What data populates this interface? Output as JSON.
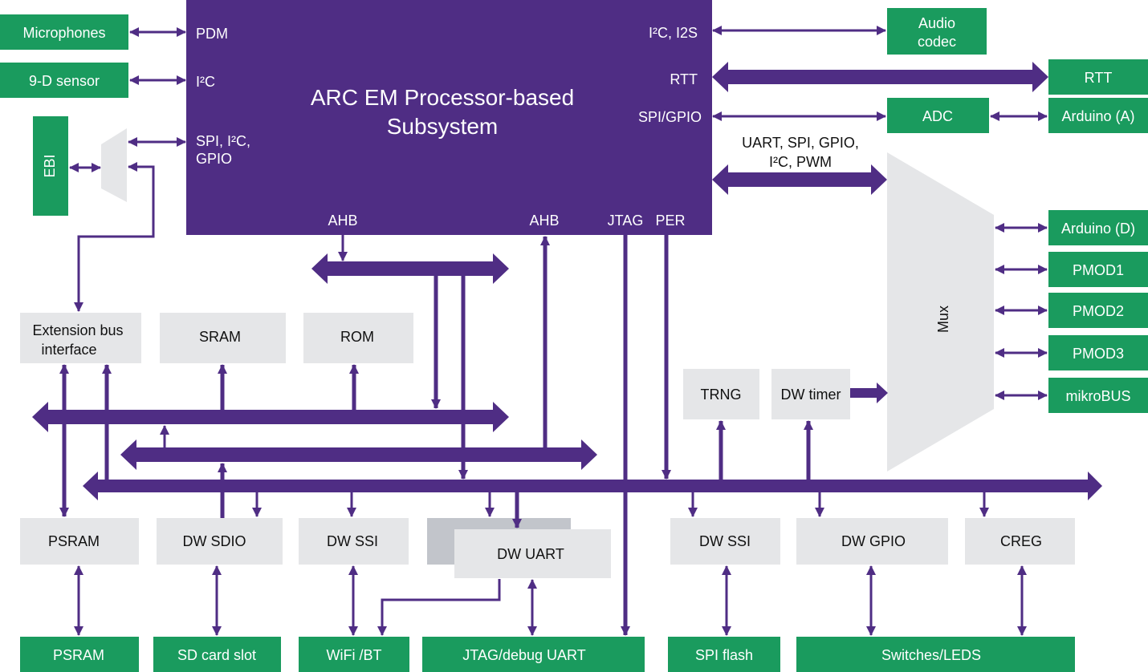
{
  "colors": {
    "purple": "#4f2d84",
    "green": "#1a9b5e",
    "gray": "#e5e6e8",
    "darkgray": "#c2c5cb"
  },
  "processor": {
    "title_line1": "ARC EM Processor-based",
    "title_line2": "Subsystem",
    "port_pdm": "PDM",
    "port_i2c": "I²C",
    "port_spi_line1": "SPI, I²C,",
    "port_spi_line2": "GPIO",
    "port_i2c_i2s": "I²C, I2S",
    "port_rtt": "RTT",
    "port_spi_gpio": "SPI/GPIO",
    "port_ahb_left": "AHB",
    "port_ahb_right": "AHB",
    "port_jtag": "JTAG",
    "port_per": "PER"
  },
  "bus_label_line1": "UART, SPI, GPIO,",
  "bus_label_line2": "I²C, PWM",
  "mux_label": "Mux",
  "green_blocks": {
    "microphones": "Microphones",
    "sensor": "9-D sensor",
    "ebi": "EBI",
    "audio_line1": "Audio",
    "audio_line2": "codec",
    "rtt": "RTT",
    "adc": "ADC",
    "arduino_a": "Arduino (A)",
    "arduino_d": "Arduino (D)",
    "pmod1": "PMOD1",
    "pmod2": "PMOD2",
    "pmod3": "PMOD3",
    "mikrobus": "mikroBUS",
    "psram": "PSRAM",
    "sd_card": "SD card slot",
    "wifi": "WiFi /BT",
    "jtag_debug": "JTAG/debug UART",
    "spi_flash": "SPI flash",
    "switches": "Switches/LEDS"
  },
  "gray_blocks": {
    "ext_bus_line1": "Extension bus",
    "ext_bus_line2": "interface",
    "sram": "SRAM",
    "rom": "ROM",
    "trng": "TRNG",
    "dw_timer": "DW timer",
    "psram": "PSRAM",
    "dw_sdio": "DW SDIO",
    "dw_ssi_left": "DW SSI",
    "dw_uart": "DW UART",
    "dw_ssi_right": "DW SSI",
    "dw_gpio": "DW GPIO",
    "creg": "CREG"
  }
}
